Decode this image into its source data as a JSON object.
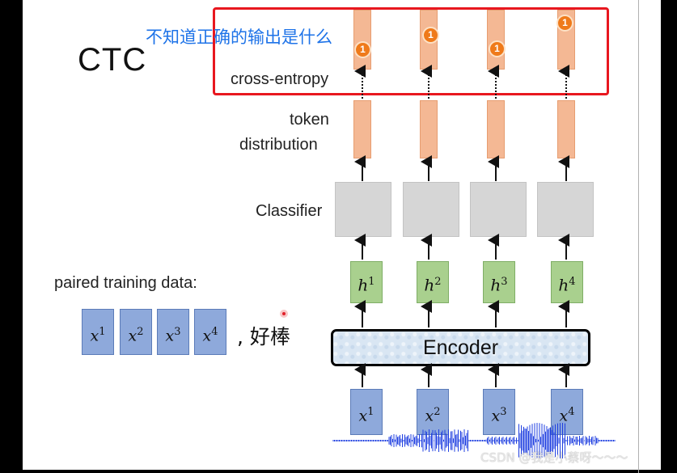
{
  "title": "CTC",
  "annotation_cn": "不知道正确的输出是什么",
  "labels": {
    "cross_entropy": "cross-entropy",
    "token": "token",
    "distribution": "distribution",
    "classifier": "Classifier",
    "paired_data": "paired training data:",
    "encoder": "Encoder",
    "pair_suffix": ", 好棒"
  },
  "badge_value": "1",
  "hidden": [
    {
      "base": "h",
      "sup": "1"
    },
    {
      "base": "h",
      "sup": "2"
    },
    {
      "base": "h",
      "sup": "3"
    },
    {
      "base": "h",
      "sup": "4"
    }
  ],
  "inputs": [
    {
      "base": "x",
      "sup": "1"
    },
    {
      "base": "x",
      "sup": "2"
    },
    {
      "base": "x",
      "sup": "3"
    },
    {
      "base": "x",
      "sup": "4"
    }
  ],
  "watermark": "CSDN @我是小蔡呀～～～",
  "colors": {
    "highlight_box": "#e8171f",
    "annotation": "#1e73e8",
    "token_bar": "#f4b894",
    "badge": "#ef7a1a",
    "hidden_box": "#a9d08e",
    "input_box": "#8ea9db",
    "classifier_box": "#d6d6d6",
    "waveform": "#1f3fe0"
  }
}
